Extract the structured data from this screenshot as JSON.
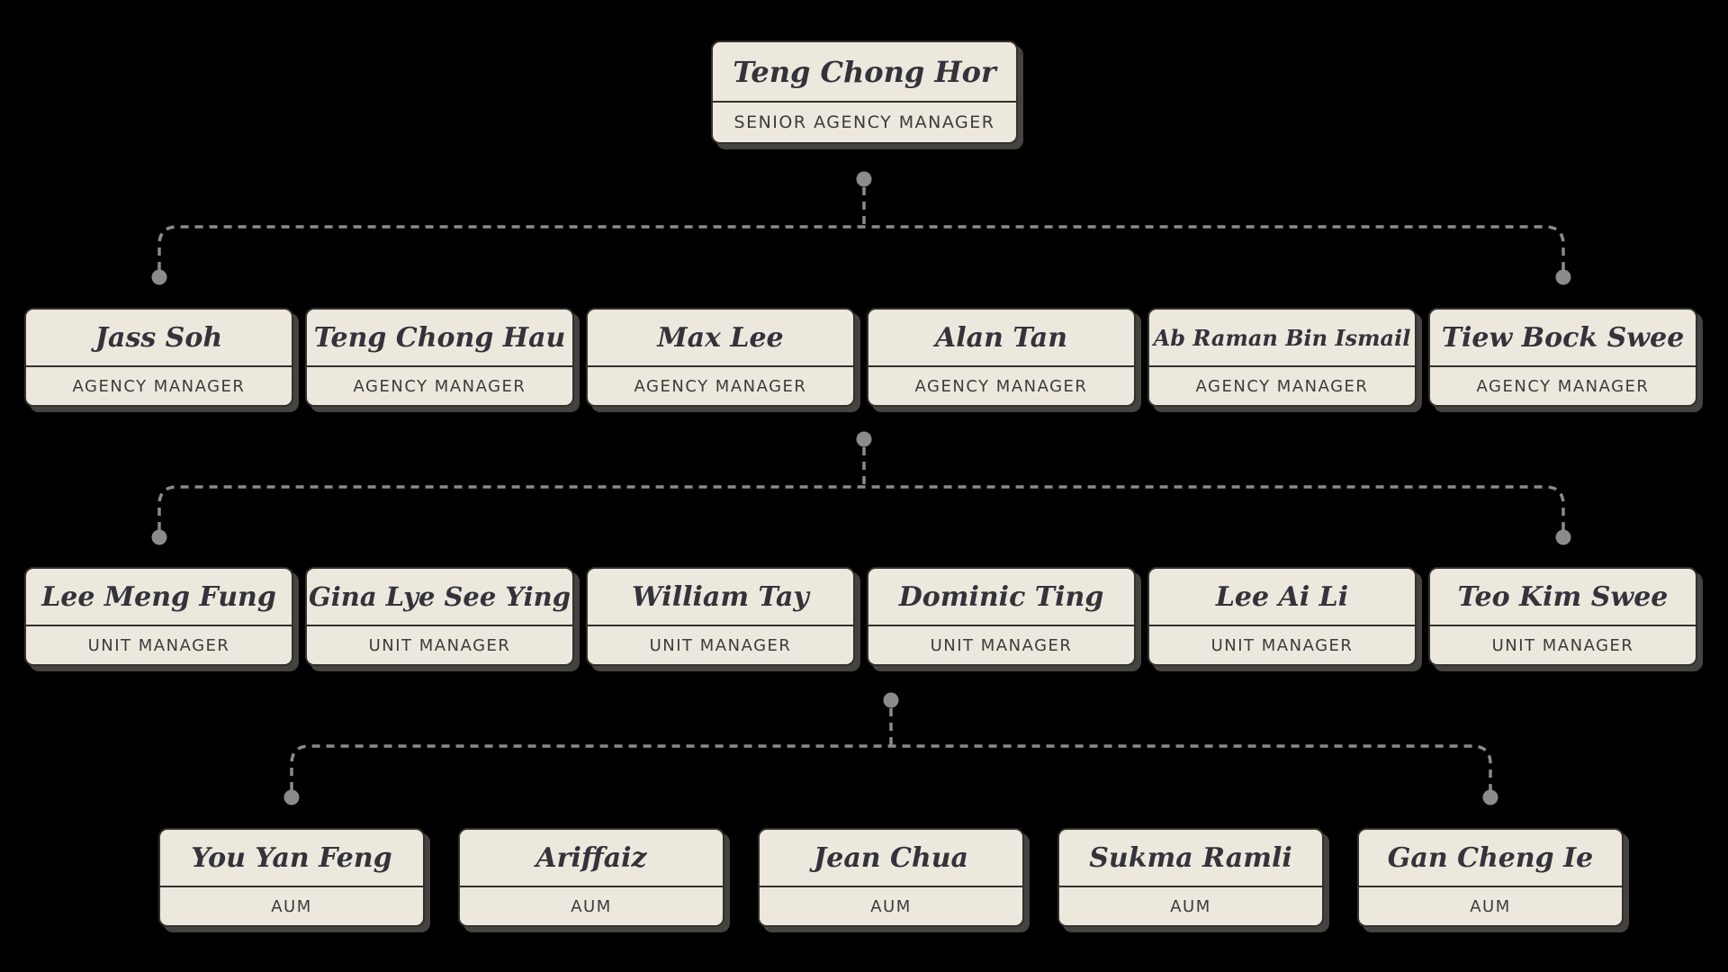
{
  "org": {
    "root": {
      "name": "Teng Chong Hor",
      "title": "SENIOR AGENCY MANAGER"
    },
    "rows": [
      {
        "level": "agency-managers",
        "cards": [
          {
            "name": "Jass Soh",
            "title": "AGENCY MANAGER"
          },
          {
            "name": "Teng Chong Hau",
            "title": "AGENCY MANAGER"
          },
          {
            "name": "Max Lee",
            "title": "AGENCY MANAGER"
          },
          {
            "name": "Alan Tan",
            "title": "AGENCY MANAGER"
          },
          {
            "name": "Ab Raman Bin Ismail",
            "title": "AGENCY MANAGER"
          },
          {
            "name": "Tiew Bock Swee",
            "title": "AGENCY MANAGER"
          }
        ]
      },
      {
        "level": "unit-managers",
        "cards": [
          {
            "name": "Lee Meng Fung",
            "title": "UNIT MANAGER"
          },
          {
            "name": "Gina Lye See Ying",
            "title": "UNIT MANAGER"
          },
          {
            "name": "William Tay",
            "title": "UNIT MANAGER"
          },
          {
            "name": "Dominic Ting",
            "title": "UNIT MANAGER"
          },
          {
            "name": "Lee Ai Li",
            "title": "UNIT MANAGER"
          },
          {
            "name": "Teo Kim Swee",
            "title": "UNIT MANAGER"
          }
        ]
      },
      {
        "level": "aum",
        "cards": [
          {
            "name": "You Yan Feng",
            "title": "AUM"
          },
          {
            "name": "Ariffaiz",
            "title": "AUM"
          },
          {
            "name": "Jean Chua",
            "title": "AUM"
          },
          {
            "name": "Sukma Ramli",
            "title": "AUM"
          },
          {
            "name": "Gan Cheng Ie",
            "title": "AUM"
          }
        ]
      }
    ]
  },
  "colors": {
    "background": "#000000",
    "card_fill": "#ede8dd",
    "card_border": "#33312d",
    "name_text": "#34323a",
    "title_text": "#3b3b3b",
    "connector": "#8b8b8b",
    "card_shadow": "#444340"
  }
}
